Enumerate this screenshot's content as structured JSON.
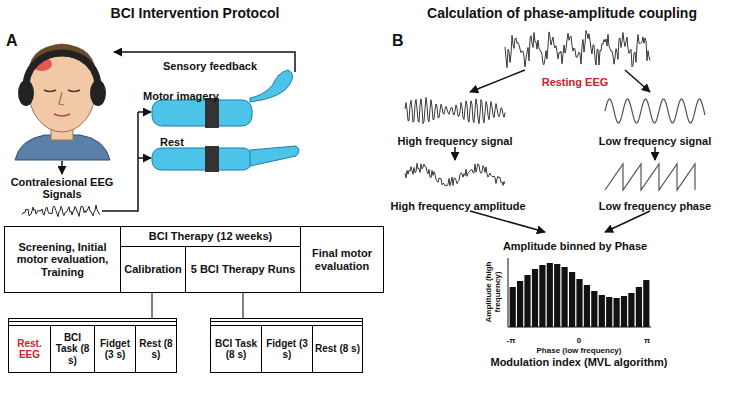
{
  "diagram": {
    "nodes": [
      {
        "text": [
          "Screening, Initial motor evaluation, Training"
        ]
      },
      {
        "text": [
          "BCI Therapy (12 weeks)"
        ]
      },
      {
        "text": [
          "Calibration"
        ],
        "in": 1
      },
      {
        "text": [
          "5 BCI Therapy Runs"
        ],
        "in": 1
      },
      {
        "text": [
          "Final motor evaluation"
        ]
      },
      {
        "text": [
          "Rest. EEG"
        ]
      },
      {
        "text": [
          "BCI Task (8 s)"
        ]
      },
      {
        "text": [
          "Fidget (3 s)"
        ]
      },
      {
        "text": [
          "Rest (8 s)"
        ]
      },
      {
        "text": [
          "BCI Task (8 s)"
        ]
      },
      {
        "text": [
          "Fidget (3 s)"
        ]
      },
      {
        "text": [
          "Rest (8 s)"
        ]
      }
    ],
    "labels": [
      "A",
      "BCI Intervention Protocol",
      "Sensory feedback",
      "Contralesional EEG Signals",
      "Motor imagery",
      "Rest",
      "B",
      "Calculation of phase-amplitude coupling",
      "Resting EEG",
      "High frequency signal",
      "Low frequency signal",
      "High frequency amplitude",
      "Low frequency phase",
      "Amplitude binned by Phase",
      "Amplitude (high frequency)",
      "-π",
      "0",
      "π",
      "Phase (low frequency)",
      "Modulation index (MVL algorithm)"
    ]
  }
}
